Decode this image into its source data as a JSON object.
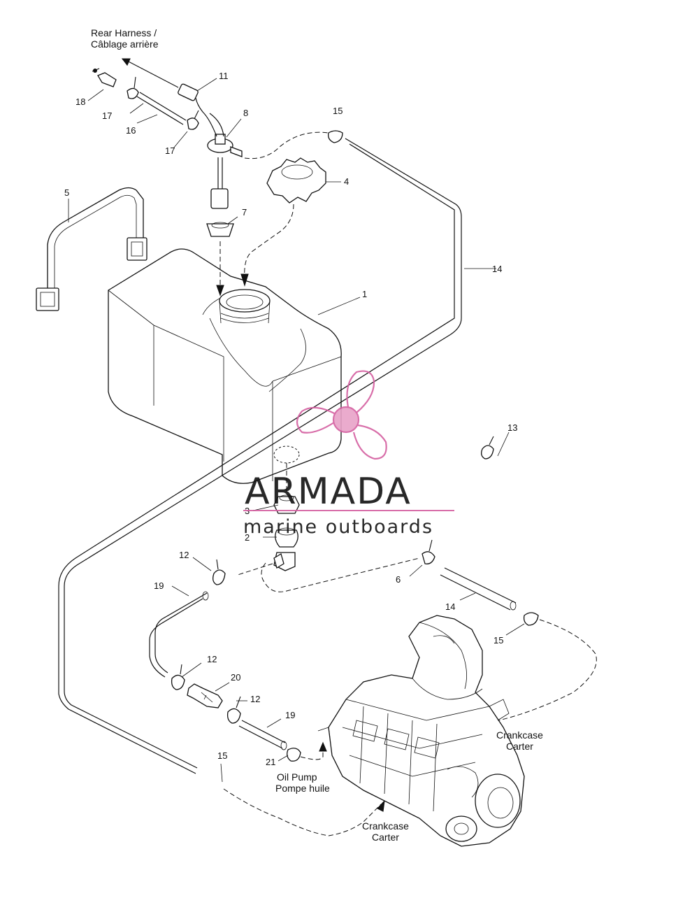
{
  "callouts": {
    "c1": "1",
    "c2": "2",
    "c3": "3",
    "c4": "4",
    "c5": "5",
    "c6": "6",
    "c7": "7",
    "c8": "8",
    "c11": "11",
    "c12a": "12",
    "c12b": "12",
    "c12c": "12",
    "c13": "13",
    "c14a": "14",
    "c14b": "14",
    "c15a": "15",
    "c15b": "15",
    "c15c": "15",
    "c16": "16",
    "c17a": "17",
    "c17b": "17",
    "c18": "18",
    "c19a": "19",
    "c19b": "19",
    "c20": "20",
    "c21": "21"
  },
  "labels": {
    "rear_harness_en": "Rear Harness /",
    "rear_harness_fr": "Câblage arrière",
    "crankcase_right_en": "Crankcase",
    "crankcase_right_fr": "Carter",
    "crankcase_bottom_en": "Crankcase",
    "crankcase_bottom_fr": "Carter",
    "oil_pump_en": "Oil Pump",
    "oil_pump_fr": "Pompe huile"
  },
  "watermark": {
    "brand": "ARMADA",
    "tagline": "marine outboards",
    "color": "#d45fa0"
  }
}
